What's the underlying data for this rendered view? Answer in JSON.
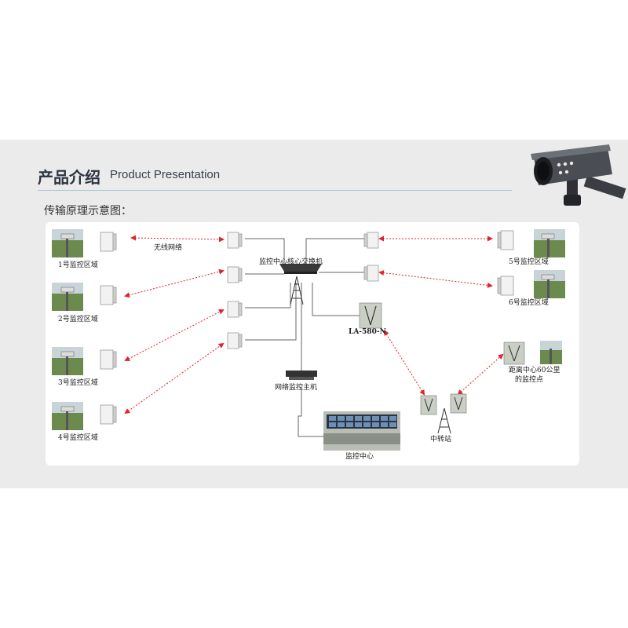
{
  "header": {
    "title_zh": "产品介绍",
    "title_en": "Product Presentation",
    "subtitle": "传输原理示意图："
  },
  "diagram": {
    "labels": {
      "zone1": "1号监控区域",
      "zone2": "2号监控区域",
      "zone3": "3号监控区域",
      "zone4": "4号监控区域",
      "zone5": "5号监控区域",
      "zone6": "6号监控区域",
      "wireless": "无线网络",
      "core_switch": "监控中心核心交换机",
      "la580": "LA-580-N",
      "host": "网络监控主机",
      "center": "监控中心",
      "relay": "中转站",
      "remote_line1": "距离中心60公里",
      "remote_line2": "的监控点"
    },
    "colors": {
      "link": "#e0242a",
      "wire": "#666666",
      "accent": "#a9c6d2"
    }
  }
}
